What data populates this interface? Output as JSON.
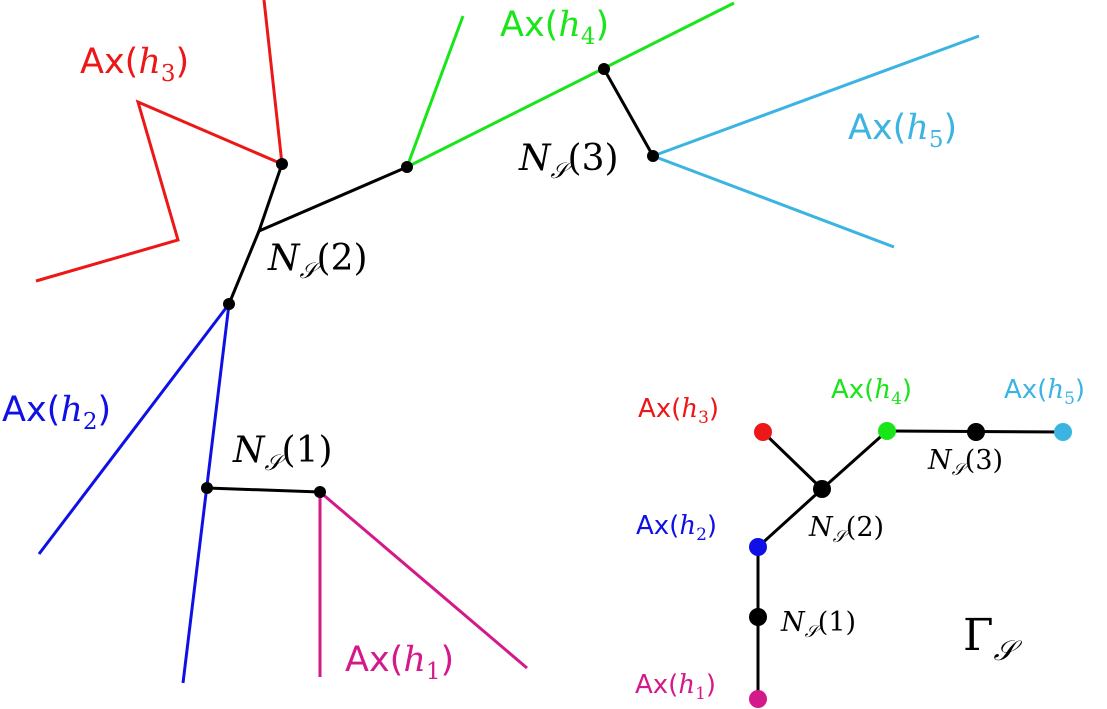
{
  "colors": {
    "h1": "#d4198a",
    "h2": "#0f10e6",
    "h3": "#ec1717",
    "h4": "#19e619",
    "h5": "#3cb4e1",
    "node": "#000000",
    "edge": "#000000"
  },
  "labels": {
    "ax_prefix": "Ax(",
    "close": ")",
    "h1": "h",
    "h1_sub": "1",
    "h2": "h",
    "h2_sub": "2",
    "h3": "h",
    "h3_sub": "3",
    "h4": "h",
    "h4_sub": "4",
    "h5": "h",
    "h5_sub": "5",
    "N": "N",
    "S": "𝒮",
    "n1": "(1)",
    "n2": "(2)",
    "n3": "(3)",
    "gamma": "Γ"
  }
}
